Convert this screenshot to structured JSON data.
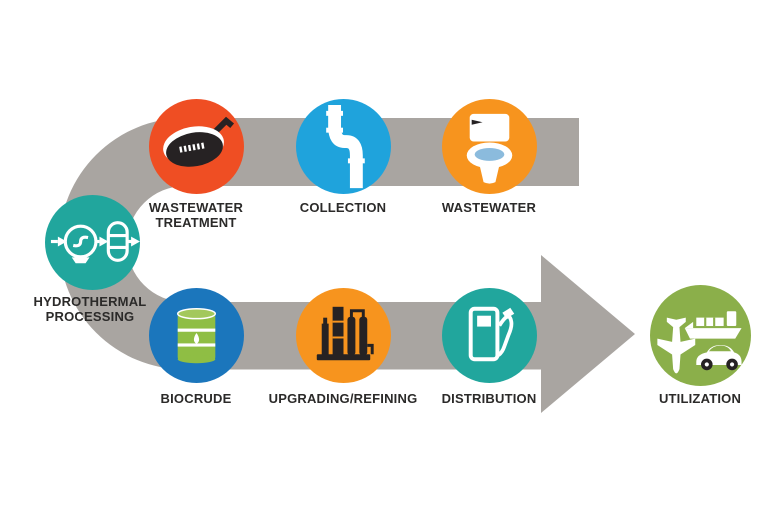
{
  "colors": {
    "path-gray": "#A9A5A1",
    "text": "#2B2A29",
    "orange": "#F7941E",
    "red-orange": "#EF4E23",
    "sky-blue": "#1FA3DC",
    "blue": "#1B76BC",
    "teal": "#21A69D",
    "olive-green": "#8BAF4A",
    "barrel-green": "#8FBE44",
    "barrel-green-light": "#A3C85C",
    "icon-dark": "#262223",
    "water-blue": "#8BBBDD",
    "white": "#FFFFFF"
  },
  "nodes": [
    {
      "id": "wastewater",
      "label": "WASTEWATER",
      "icon": "toilet-icon",
      "color": "#F7941E"
    },
    {
      "id": "collection",
      "label": "COLLECTION",
      "icon": "sewer-pipe-icon",
      "color": "#1FA3DC"
    },
    {
      "id": "wastewater-treatment",
      "label": "WASTEWATER TREATMENT",
      "icon": "clarifier-tank-icon",
      "color": "#EF4E23"
    },
    {
      "id": "hydrothermal-processing",
      "label": "HYDROTHERMAL PROCESSING",
      "icon": "reactor-icon",
      "color": "#21A69D"
    },
    {
      "id": "biocrude",
      "label": "BIOCRUDE",
      "icon": "oil-barrel-icon",
      "color": "#1B76BC"
    },
    {
      "id": "upgrading-refining",
      "label": "UPGRADING/REFINING",
      "icon": "refinery-icon",
      "color": "#F7941E"
    },
    {
      "id": "distribution",
      "label": "DISTRIBUTION",
      "icon": "fuel-pump-icon",
      "color": "#21A69D"
    },
    {
      "id": "utilization",
      "label": "UTILIZATION",
      "icon": "vehicles-icon",
      "color": "#8BAF4A"
    }
  ]
}
